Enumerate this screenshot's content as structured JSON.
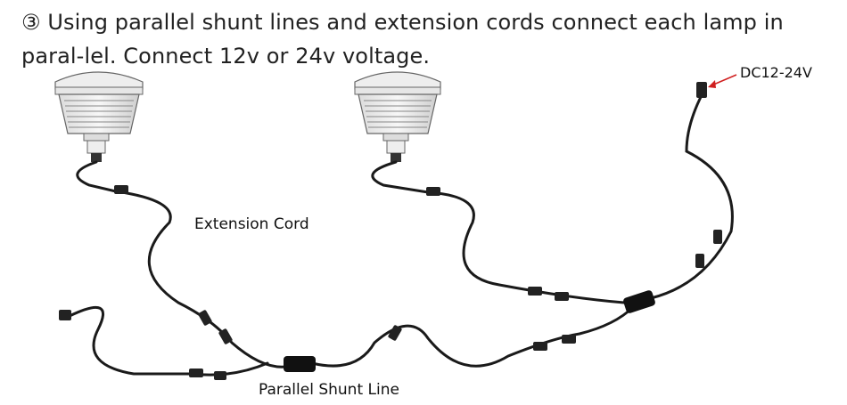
{
  "heading": "③ Using parallel shunt lines and extension cords connect each lamp in paral-lel. Connect 12v or 24v voltage.",
  "labels": {
    "extension_cord": "Extension Cord",
    "parallel_shunt_line": "Parallel Shunt Line",
    "power_input": "DC12-24V"
  },
  "colors": {
    "cable": "#1a1a1a",
    "lamp_outline": "#555555",
    "arrow": "#d02020"
  }
}
